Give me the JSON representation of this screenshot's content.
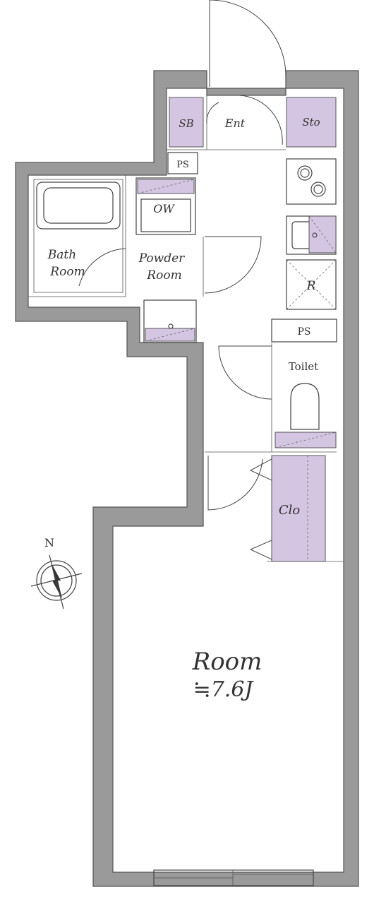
{
  "labels": {
    "sb": "SB",
    "ent": "Ent",
    "sto": "Sto",
    "ps_top": "PS",
    "ow": "OW",
    "bath_line1": "Bath",
    "bath_line2": "Room",
    "powder_line1": "Powder",
    "powder_line2": "Room",
    "refrigerator": "R",
    "ps_mid": "PS",
    "toilet": "Toilet",
    "closet": "Clo",
    "room_name": "Room",
    "room_size": "≒7.6J",
    "compass_north": "N"
  },
  "colors": {
    "wall": "#9a9a9a",
    "storage": "#d4c6e2",
    "line": "#555555"
  }
}
